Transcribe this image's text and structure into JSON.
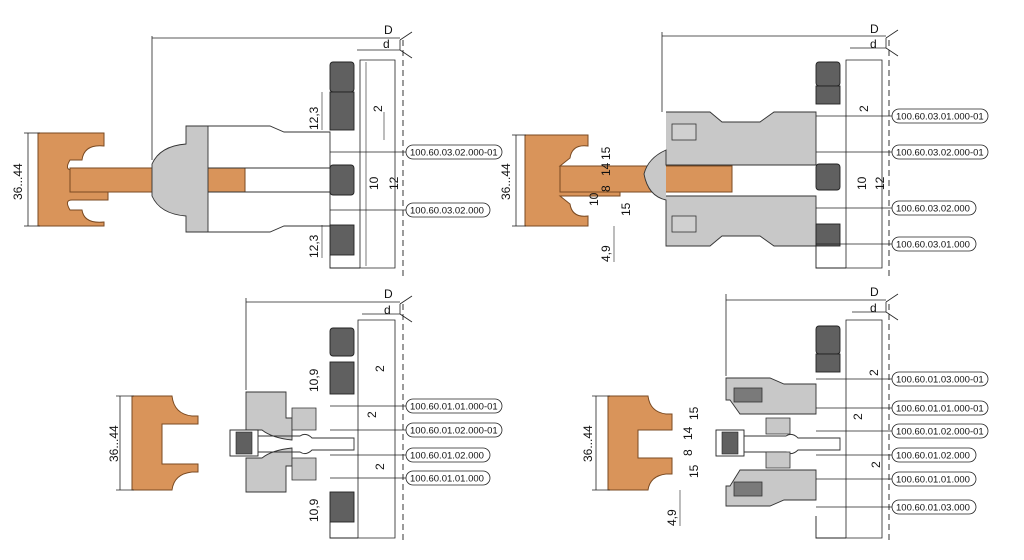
{
  "panels": {
    "tl": {
      "D": "D",
      "d": "d",
      "height": "36...44",
      "dims": [
        "12,3",
        "2",
        "10",
        "12",
        "12,3"
      ],
      "parts": [
        "100.60.03.02.000-01",
        "100.60.03.02.000"
      ]
    },
    "tr": {
      "D": "D",
      "d": "d",
      "height": "36...44",
      "dims": [
        "2",
        "15",
        "14",
        "8",
        "10",
        "15",
        "4,9",
        "10",
        "12"
      ],
      "parts": [
        "100.60.03.01.000-01",
        "100.60.03.02.000-01",
        "100.60.03.02.000",
        "100.60.03.01.000"
      ]
    },
    "bl": {
      "D": "D",
      "d": "d",
      "height": "36...44",
      "dims": [
        "10,9",
        "2",
        "2",
        "2",
        "10,9"
      ],
      "parts": [
        "100.60.01.01.000-01",
        "100.60.01.02.000-01",
        "100.60.01.02.000",
        "100.60.01.01.000"
      ]
    },
    "br": {
      "D": "D",
      "d": "d",
      "height": "36...44",
      "dims": [
        "2",
        "15",
        "14",
        "8",
        "15",
        "2",
        "2",
        "4,9"
      ],
      "parts": [
        "100.60.01.03.000-01",
        "100.60.01.01.000-01",
        "100.60.01.02.000-01",
        "100.60.01.02.000",
        "100.60.01.01.000",
        "100.60.01.03.000"
      ]
    }
  },
  "colors": {
    "wood": "#d9945a",
    "wood_stroke": "#7a4a22",
    "cutter_light": "#c8c8c8",
    "cutter_dark": "#606060",
    "line": "#222222"
  }
}
